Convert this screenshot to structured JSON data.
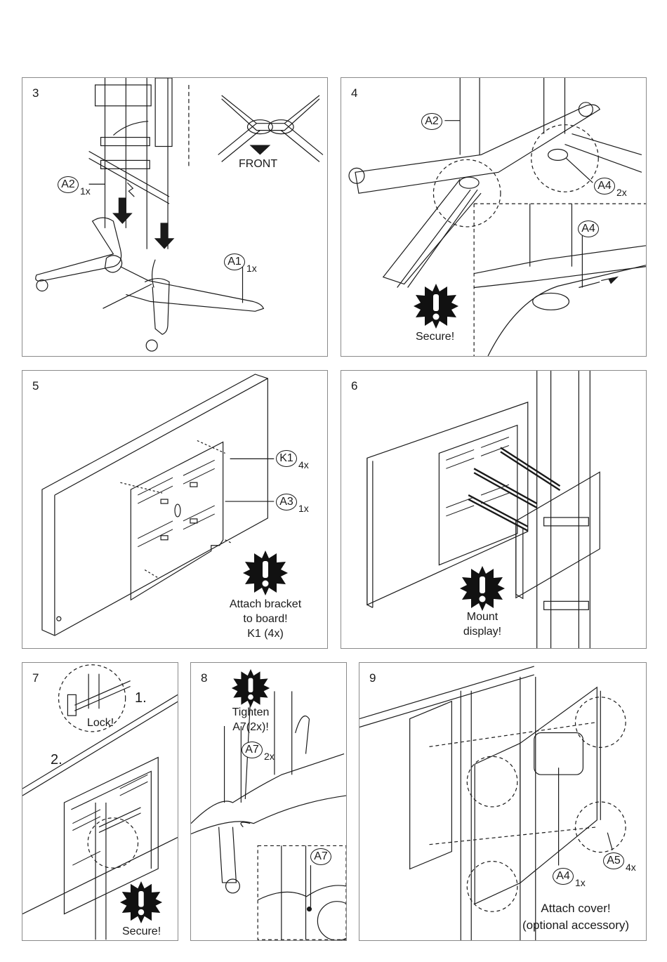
{
  "panels": {
    "p3": {
      "step": "3",
      "front_label": "FRONT",
      "callouts": [
        {
          "id": "A2",
          "qty": "1x"
        },
        {
          "id": "A1",
          "qty": "1x"
        }
      ]
    },
    "p4": {
      "step": "4",
      "warning": "Secure!",
      "callouts": [
        {
          "id": "A2",
          "qty": ""
        },
        {
          "id": "A4",
          "qty": "2x"
        },
        {
          "id": "A4",
          "qty": ""
        }
      ]
    },
    "p5": {
      "step": "5",
      "warning_lines": [
        "Attach bracket",
        "to board!",
        "K1 (4x)"
      ],
      "callouts": [
        {
          "id": "K1",
          "qty": "4x"
        },
        {
          "id": "A3",
          "qty": "1x"
        }
      ]
    },
    "p6": {
      "step": "6",
      "warning_lines": [
        "Mount",
        "display!"
      ]
    },
    "p7": {
      "step": "7",
      "sub1": "1.",
      "sub2": "2.",
      "lock": "Lock!",
      "warning": "Secure!"
    },
    "p8": {
      "step": "8",
      "warning_lines": [
        "Tighten",
        "A7(2x)!"
      ],
      "callouts": [
        {
          "id": "A7",
          "qty": "2x"
        },
        {
          "id": "A7",
          "qty": ""
        }
      ]
    },
    "p9": {
      "step": "9",
      "note_lines": [
        "Attach cover!",
        "(optional accessory)"
      ],
      "callouts": [
        {
          "id": "A5",
          "qty": "4x"
        },
        {
          "id": "A4",
          "qty": "1x"
        }
      ]
    }
  },
  "colors": {
    "ink": "#1a1a1a",
    "frame": "#8a8a8a",
    "warning": "#111111"
  }
}
